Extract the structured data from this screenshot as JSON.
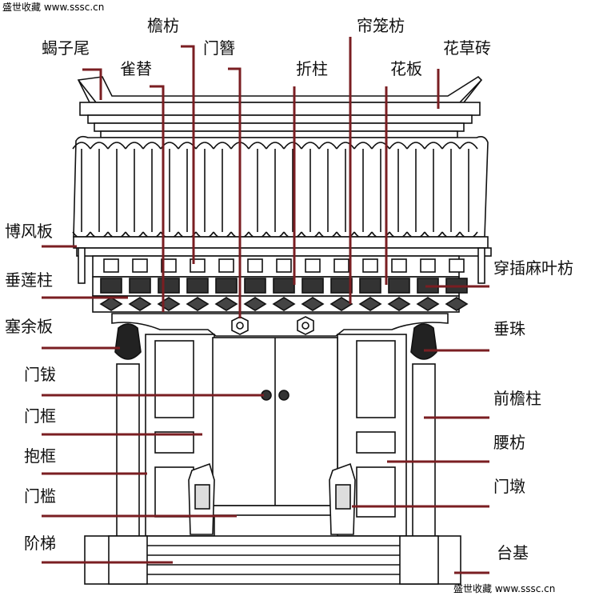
{
  "watermark": {
    "top_left": "盛世收藏 www.sssc.cn",
    "bottom_right": "盛世收藏 www.sssc.cn"
  },
  "labels": {
    "xiezi_wei": "蝎子尾",
    "yan_fang": "檐枋",
    "que_ti": "雀替",
    "men_zan": "门簪",
    "lian_long_fang": "帘笼枋",
    "zhe_zhu": "折柱",
    "hua_cao_zhuan": "花草砖",
    "hua_ban": "花板",
    "bo_feng_ban": "博风板",
    "chui_lian_zhu": "垂莲柱",
    "chuan_cha_ma_ye_fang": "穿插麻叶枋",
    "sai_yu_ban": "塞余板",
    "chui_zhu": "垂珠",
    "men_ba": "门钹",
    "qian_yan_zhu": "前檐柱",
    "men_kuang": "门框",
    "yao_fang": "腰枋",
    "bao_kuang": "抱框",
    "men_dun": "门墩",
    "men_kan": "门槛",
    "jie_ti": "阶梯",
    "tai_ji": "台基"
  },
  "colors": {
    "leader": "#7a1e22",
    "ink": "#111111"
  }
}
